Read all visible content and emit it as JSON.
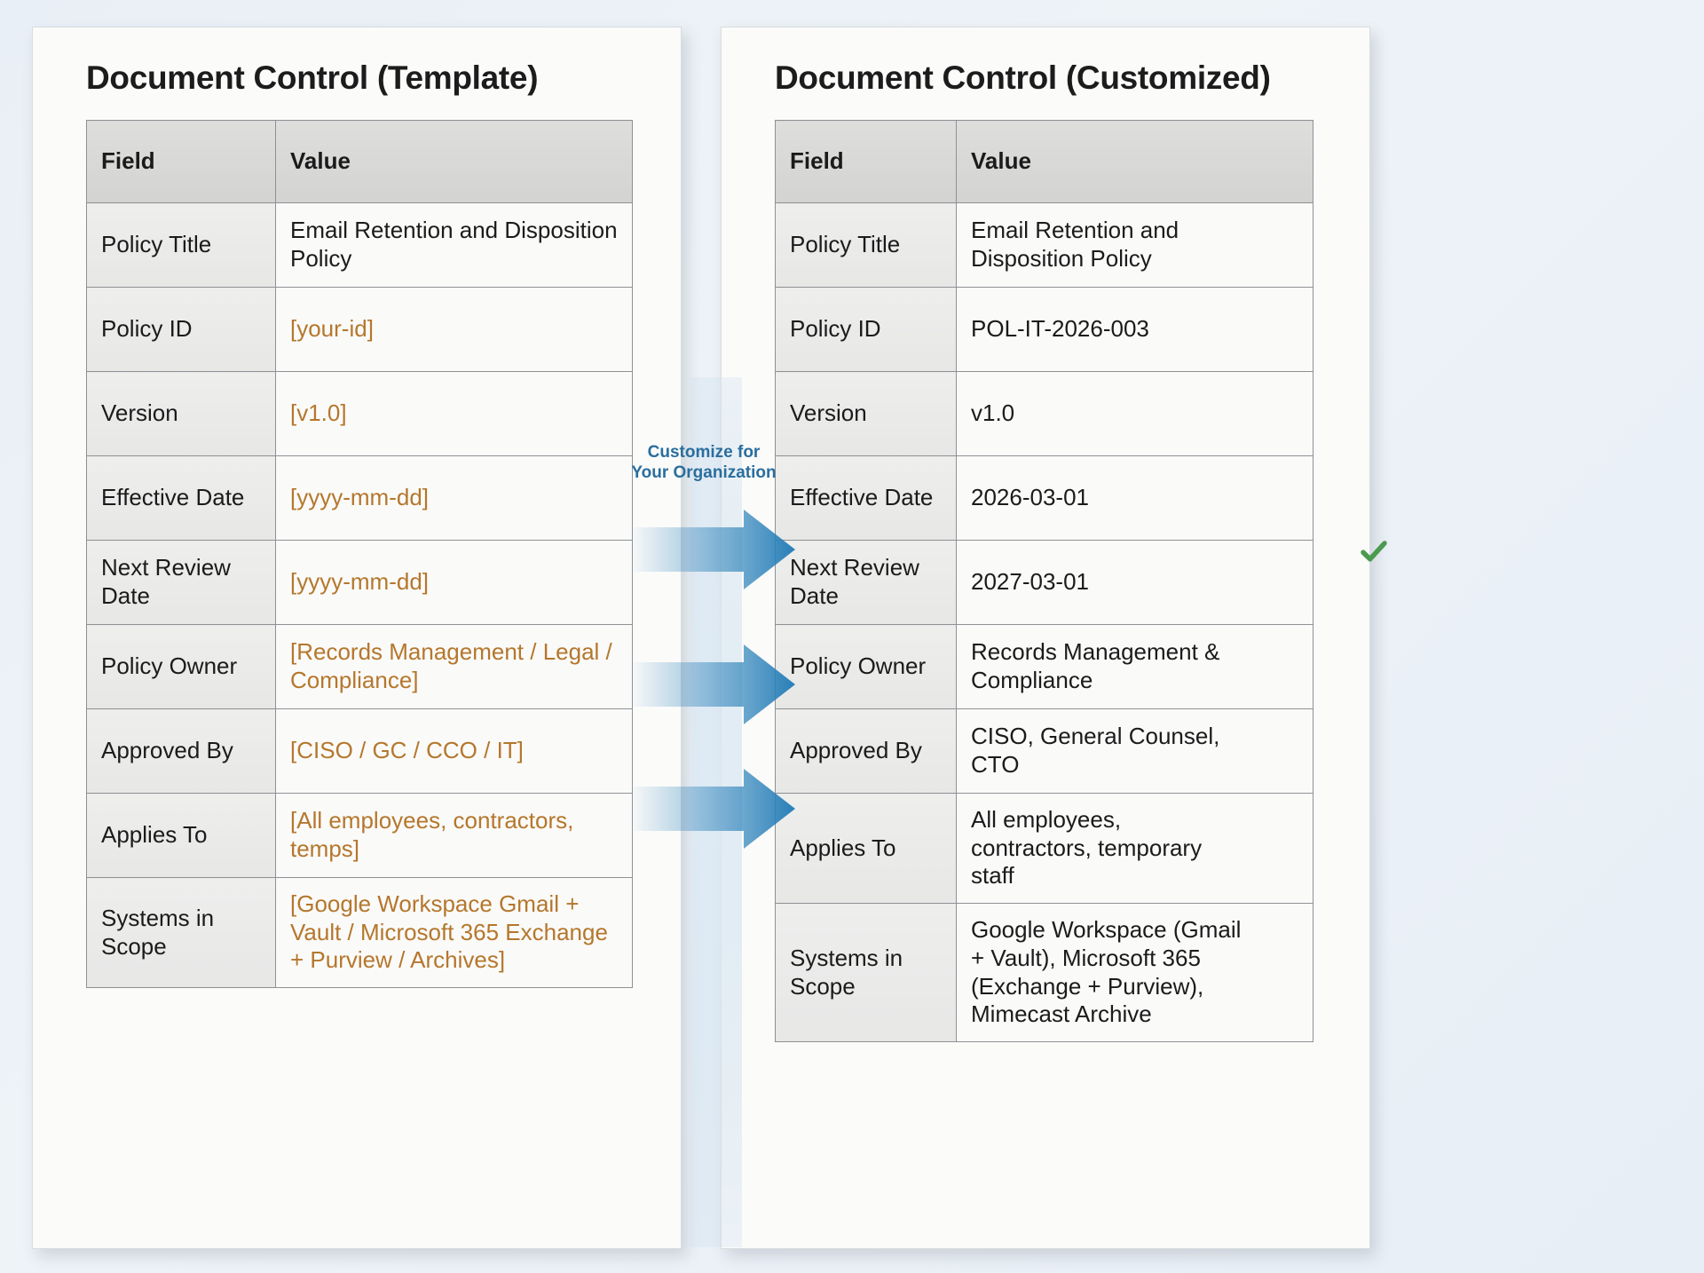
{
  "colors": {
    "placeholder_orange": "#b5772c",
    "check_green": "#4a9a50",
    "arrow_blue": "#2980b9",
    "label_blue": "#2a6e9e",
    "panel_bg": "#fbfbfa",
    "header_grey": "#d6d6d5"
  },
  "left_panel": {
    "title": "Document Control (Template)",
    "columns": [
      "Field",
      "Value"
    ],
    "rows": [
      {
        "field": "Policy Title",
        "value": "Email Retention and Disposition Policy",
        "placeholder": false
      },
      {
        "field": "Policy ID",
        "value": "[your-id]",
        "placeholder": true
      },
      {
        "field": "Version",
        "value": "[v1.0]",
        "placeholder": true
      },
      {
        "field": "Effective Date",
        "value": "[yyyy-mm-dd]",
        "placeholder": true
      },
      {
        "field": "Next Review Date",
        "value": "[yyyy-mm-dd]",
        "placeholder": true
      },
      {
        "field": "Policy Owner",
        "value": "[Records Management / Legal / Compliance]",
        "placeholder": true
      },
      {
        "field": "Approved By",
        "value": "[CISO / GC / CCO / IT]",
        "placeholder": true
      },
      {
        "field": "Applies To",
        "value": "[All employees, contractors, temps]",
        "placeholder": true
      },
      {
        "field": "Systems in Scope",
        "value": "[Google Workspace Gmail + Vault / Microsoft 365 Exchange + Purview / Archives]",
        "placeholder": true
      }
    ]
  },
  "right_panel": {
    "title": "Document Control (Customized)",
    "columns": [
      "Field",
      "Value"
    ],
    "rows": [
      {
        "field": "Policy Title",
        "value": "Email Retention and Disposition Policy",
        "check": true
      },
      {
        "field": "Policy ID",
        "value": "POL-IT-2026-003",
        "check": true
      },
      {
        "field": "Version",
        "value": "v1.0",
        "check": true
      },
      {
        "field": "Effective Date",
        "value": "2026-03-01",
        "check": true
      },
      {
        "field": "Next Review Date",
        "value": "2027-03-01",
        "check": true
      },
      {
        "field": "Policy Owner",
        "value": "Records Management & Compliance",
        "check": true
      },
      {
        "field": "Approved By",
        "value": "CISO, General Counsel, CTO",
        "check": true
      },
      {
        "field": "Applies To",
        "value": "All employees, contractors, temporary staff",
        "check": true
      },
      {
        "field": "Systems in Scope",
        "value": "Google Workspace (Gmail + Vault), Microsoft 365 (Exchange + Purview), Mimecast Archive",
        "check": true
      }
    ]
  },
  "connector": {
    "label_line1": "Customize for",
    "label_line2": "Your Organization",
    "arrow_count": 3
  }
}
